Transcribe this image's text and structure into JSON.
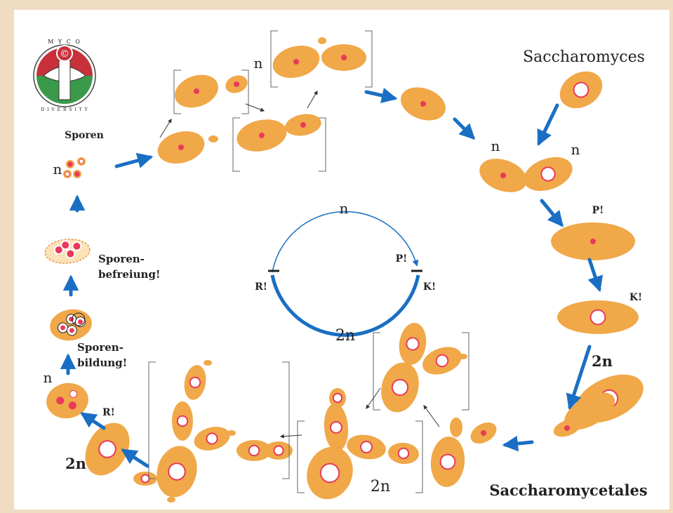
{
  "title_top": "Saccharomyces",
  "title_bottom": "Saccharomycetales",
  "logo": {
    "ring_text_top": "M Y C O",
    "ring_text_bottom": "D I V E R S I T Y",
    "center": "©"
  },
  "labels": {
    "sporen": "Sporen",
    "n_sporen": "n",
    "sporenbefreiung_1": "Sporen-",
    "sporenbefreiung_2": "befreiung!",
    "sporenbildung_1": "Sporen-",
    "sporenbildung_2": "bildung!",
    "n_bildung": "n",
    "r_left": "R!",
    "two_n_left": "2n",
    "n_top": "n",
    "n_right_a": "n",
    "n_right_b": "n",
    "p_right": "P!",
    "k_right": "K!",
    "two_n_right": "2n",
    "two_n_bottom": "2n"
  },
  "cycle": {
    "n": "n",
    "two_n": "2n",
    "p": "P!",
    "k": "K!",
    "r": "R!"
  },
  "colors": {
    "cell": "#f0a848",
    "nucleus": "#e83a5a",
    "arrow": "#1a6fc4",
    "cycle_line": "#1a6fc4"
  }
}
